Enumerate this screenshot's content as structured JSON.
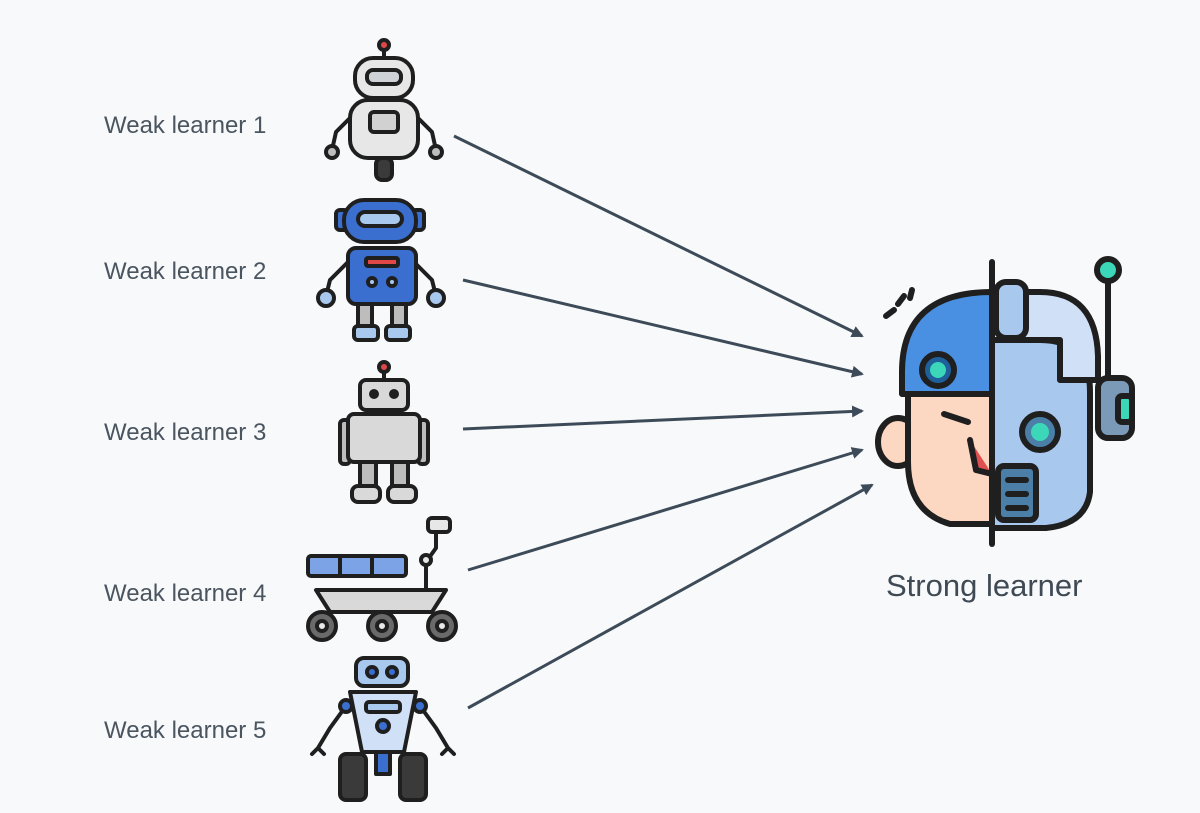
{
  "weak_learners": [
    {
      "label": "Weak learner 1",
      "icon": "white-robot-icon"
    },
    {
      "label": "Weak learner 2",
      "icon": "blue-robot-icon"
    },
    {
      "label": "Weak learner 3",
      "icon": "boxy-robot-icon"
    },
    {
      "label": "Weak learner 4",
      "icon": "rover-robot-icon"
    },
    {
      "label": "Weak learner 5",
      "icon": "tracked-robot-icon"
    }
  ],
  "strong_learner": {
    "label": "Strong learner",
    "icon": "cyborg-head-icon"
  },
  "colors": {
    "background": "#f8f9fa",
    "text": "#4a5560",
    "arrow": "#3d4b59",
    "outline": "#1f1f1f",
    "robot_blue": "#3a6fd0",
    "robot_light_blue": "#a9c8ee",
    "robot_grey": "#d9d9d9",
    "teal": "#3cd6b8",
    "skin": "#fcd7c1"
  }
}
